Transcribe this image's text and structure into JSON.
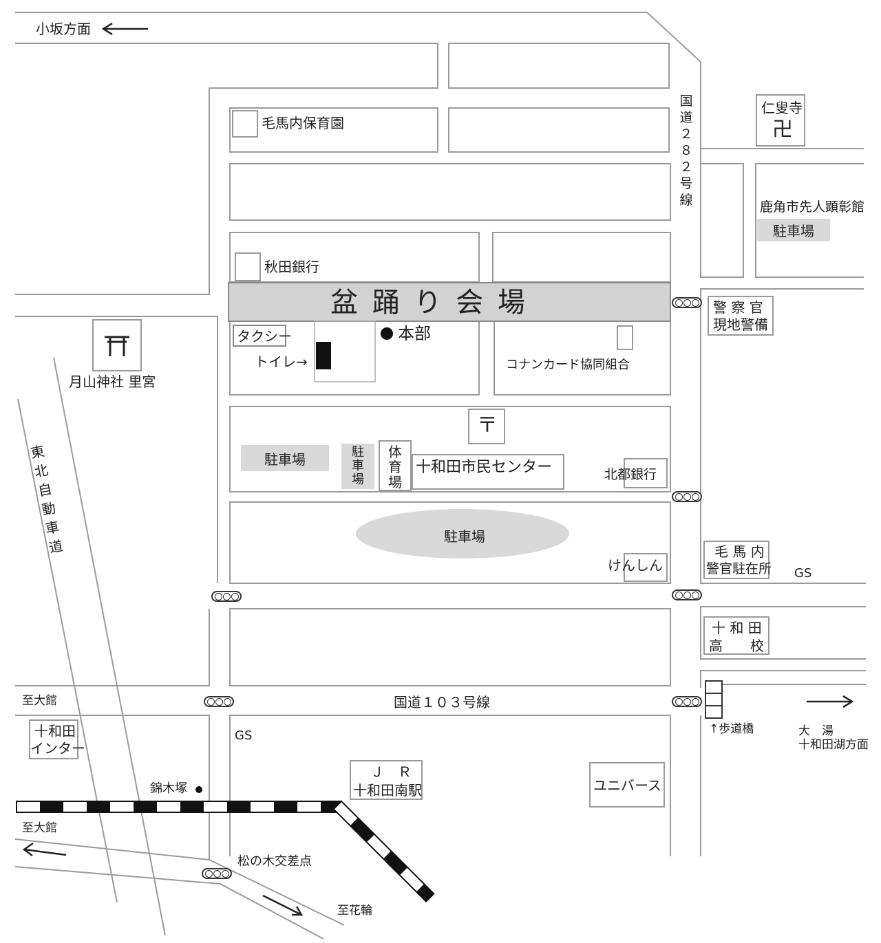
{
  "directions": {
    "kosaka": "小坂方面",
    "odate_1": "至大館",
    "odate_2": "至大館",
    "hanawa": "至花輪",
    "oyu_1": "大　湯",
    "oyu_2": "十和田湖方面"
  },
  "roads": {
    "route282": "国道２８２号線",
    "route103": "国道１０３号線",
    "expressway": "東北自動車道"
  },
  "venue": {
    "title": "盆 踊 り 会 場",
    "honbu": "本部",
    "taxi": "タクシー",
    "toilet_1": "トイレ→",
    "toilet_2": "トイレ→"
  },
  "places": {
    "nursery": "毛馬内保育園",
    "akita_bank": "秋田銀行",
    "jinshoji": "仁叟寺",
    "museum": "鹿角市先人顕彰館",
    "museum_parking": "駐車場",
    "police_1": "警 察 官",
    "police_2": "現地警備",
    "conan": "コナンカード協同組合",
    "shrine": "月山神社 里宮",
    "parking_1": "駐車場",
    "parking_2": "駐車場",
    "parking_3": "駐車場",
    "gym": "体育場",
    "civic_center": "十和田市民センター",
    "hokuto_bank": "北都銀行",
    "kenshin": "けんしん",
    "kemanai_police_1": "毛 馬 内",
    "kemanai_police_2": "警官駐在所",
    "gs_1": "GS",
    "gs_2": "GS",
    "towada_hs_1": "十 和 田",
    "towada_hs_2": "高　　校",
    "footbridge": "↑歩道橋",
    "towada_ic_1": "十和田",
    "towada_ic_2": "インター",
    "nishikigi": "錦木塚",
    "jr_1": "Ｊ　Ｒ",
    "jr_2": "十和田南駅",
    "universe": "ユニバース",
    "matsunoki": "松の木交差点"
  },
  "icons": {
    "torii": "torii-icon",
    "temple": "manji-icon",
    "post": "post-office-icon"
  }
}
